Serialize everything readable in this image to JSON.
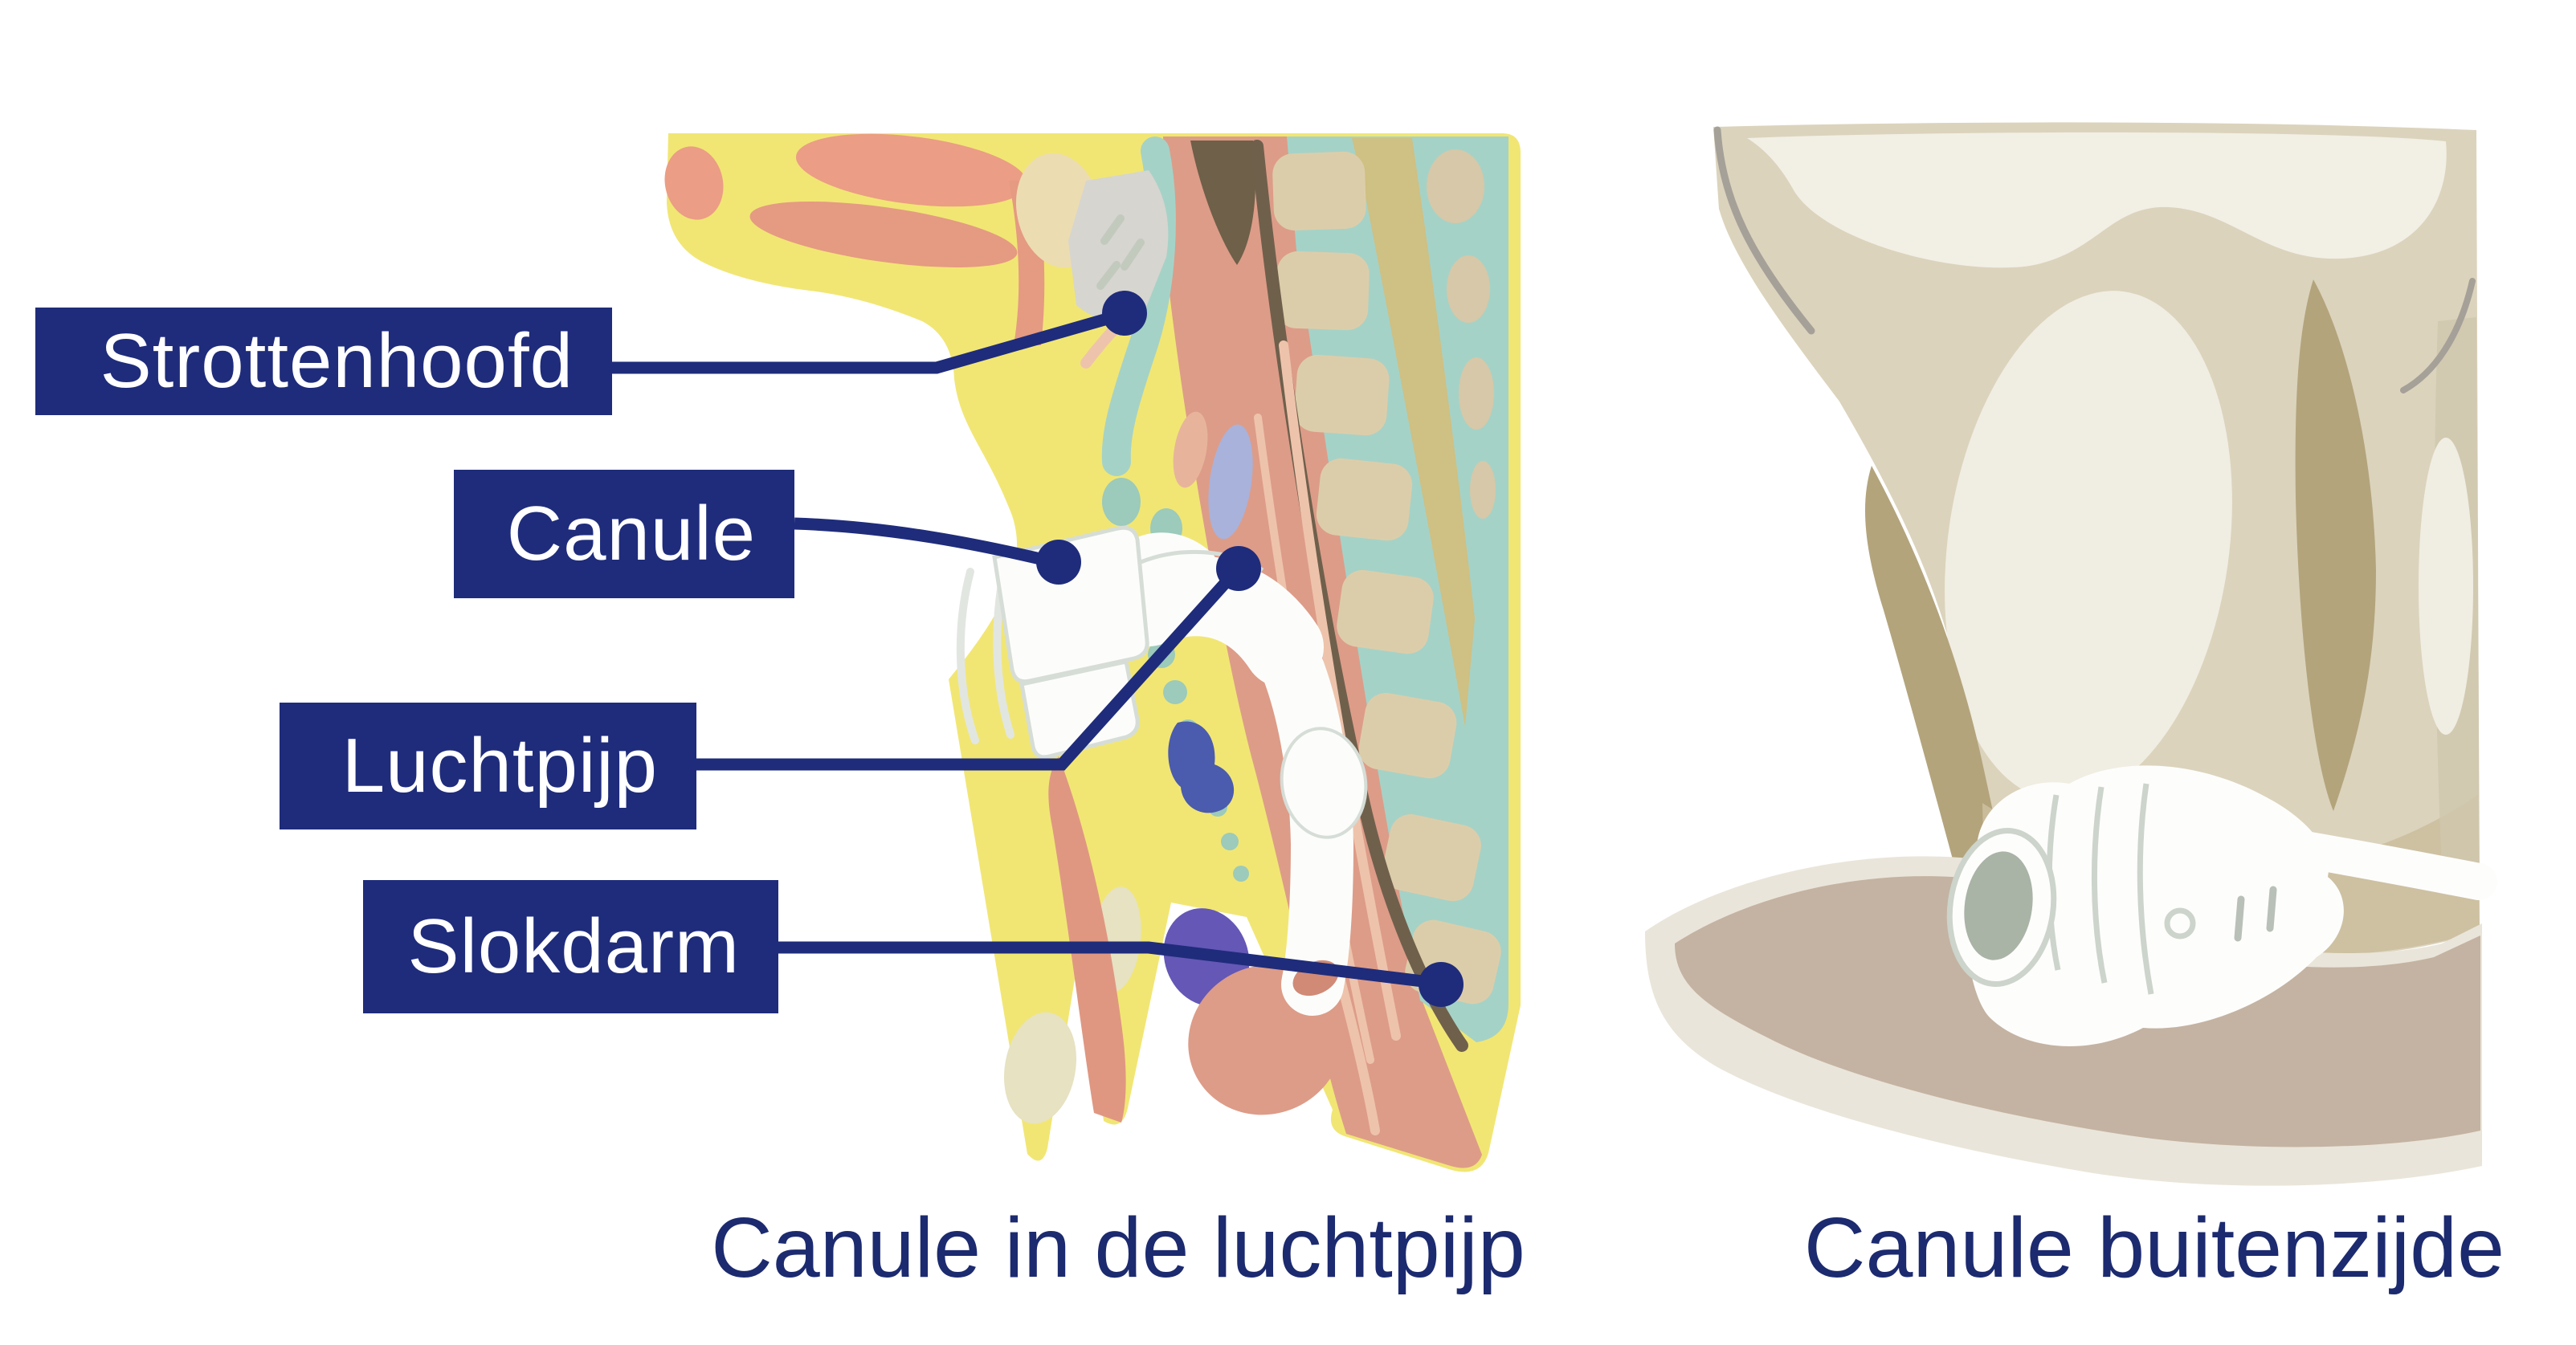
{
  "page": {
    "background": "#ffffff"
  },
  "panels": {
    "left_caption": "Canule in de luchtpijp",
    "right_caption": "Canule buitenzijde"
  },
  "labels": [
    {
      "id": "strottenhoofd",
      "text": "Strottenhoofd"
    },
    {
      "id": "canule",
      "text": "Canule"
    },
    {
      "id": "luchtpijp",
      "text": "Luchtpijp"
    },
    {
      "id": "slokdarm",
      "text": "Slokdarm"
    }
  ],
  "colors": {
    "label_background": "#1f2c7b",
    "label_text": "#ffffff",
    "connector_line": "#1f2c7b",
    "caption_text": "#1c2a6f",
    "skin_yellow": "#f1e674",
    "muscle_salmon": "#e59a82",
    "trachea_pink": "#dd9c88",
    "airway_teal": "#a5d2c7",
    "vertebra_beige": "#dccdaa",
    "ligament_olive": "#cfc083",
    "esophagus_brown": "#6f604c",
    "thyroid_purple": "#6457b6",
    "vessel_blue": "#4b5bad",
    "vocal_periwinkle": "#a9b2da",
    "cannula_white": "#fcfdfb",
    "cannula_outline_gray": "#d6ddd7",
    "neck_beige": "#dbd3bc",
    "neck_highlight": "#f2efe5",
    "neck_shadow_khaki": "#b3a47c",
    "chest_taupe": "#c4b3a2",
    "chest_light": "#eae5da",
    "cannula_opening_gray": "#a9b3a6"
  }
}
